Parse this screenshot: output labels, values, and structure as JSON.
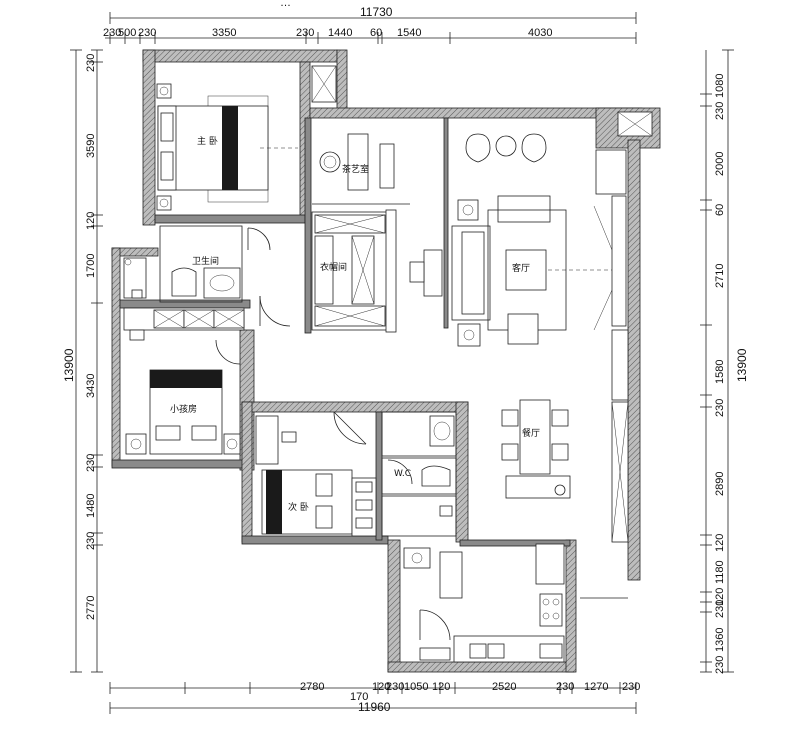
{
  "header": {
    "partial_title": "…",
    "partial_title_suffix": ""
  },
  "dimensions": {
    "top_total": "11730",
    "top_segments": [
      "230",
      "500",
      "230",
      "3350",
      "230",
      "1440",
      "60",
      "1540",
      "4030"
    ],
    "bottom_total": "11960",
    "bottom_sub_total": "170",
    "bottom_segments": [
      "2780",
      "120",
      "230",
      "1050",
      "120",
      "2520",
      "230",
      "1270",
      "230"
    ],
    "left_total": "13900",
    "left_segments": [
      "230",
      "3590",
      "120",
      "1700",
      "3430",
      "230",
      "1480",
      "230",
      "2770"
    ],
    "right_total": "13900",
    "right_segments": [
      "230",
      "1080",
      "2000",
      "60",
      "2710",
      "1580",
      "230",
      "2890",
      "120",
      "1180",
      "120",
      "230",
      "1360",
      "230"
    ]
  },
  "rooms": {
    "master_bedroom": "主 卧",
    "tea_room": "茶艺室",
    "bathroom": "卫生间",
    "closet": "衣帽间",
    "living_room": "客厅",
    "kids_room": "小孩房",
    "dining_room": "餐厅",
    "wc": "W.C",
    "second_bedroom": "次 卧"
  }
}
